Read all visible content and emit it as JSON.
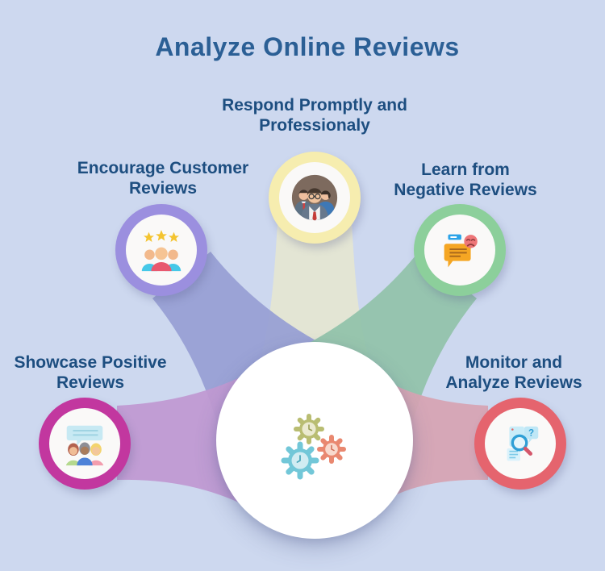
{
  "title": "Analyze Online Reviews",
  "colors": {
    "background": "#cdd8ef",
    "title_text": "#2b5f95",
    "label_text": "#1d4e80",
    "connector_respond": "#e4e6d2",
    "connector_encourage": "#98a0d4",
    "connector_learn": "#92c3ab",
    "connector_showcase": "#c09ad2",
    "connector_monitor": "#d6a4b3",
    "hub_fill": "#ffffff"
  },
  "hub": {
    "icon": "gears-icon"
  },
  "nodes": [
    {
      "id": "respond",
      "label_lines": [
        "Respond Promptly and",
        "Professionaly"
      ],
      "icon": "business-team-icon",
      "ring_color": "#f6edaf"
    },
    {
      "id": "encourage",
      "label_lines": [
        "Encourage Customer",
        "Reviews"
      ],
      "icon": "star-rating-people-icon",
      "ring_color": "#9b8fdf"
    },
    {
      "id": "learn",
      "label_lines": [
        "Learn from",
        "Negative Reviews"
      ],
      "icon": "negative-feedback-icon",
      "ring_color": "#8ccf9b"
    },
    {
      "id": "showcase",
      "label_lines": [
        "Showcase Positive",
        "Reviews"
      ],
      "icon": "positive-discussion-icon",
      "ring_color": "#c2379f"
    },
    {
      "id": "monitor",
      "label_lines": [
        "Monitor and",
        "Analyze Reviews"
      ],
      "icon": "search-analysis-icon",
      "ring_color": "#e5646e"
    }
  ]
}
